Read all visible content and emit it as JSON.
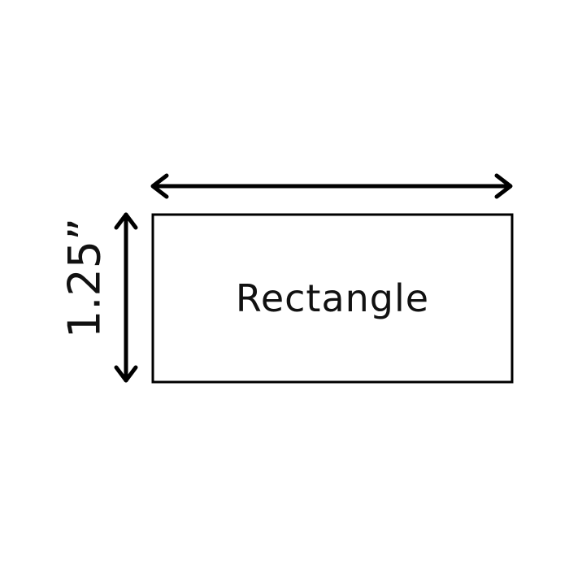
{
  "diagram": {
    "shape": {
      "name": "Rectangle",
      "label": "Rectangle",
      "stroke_color": "#000000",
      "fill_color": "#ffffff"
    },
    "dimensions": {
      "height_label": "1.25”",
      "width_label": ""
    },
    "arrows": [
      {
        "name": "width-arrow",
        "orientation": "horizontal",
        "style": "double-headed"
      },
      {
        "name": "height-arrow",
        "orientation": "vertical",
        "style": "double-headed"
      }
    ]
  }
}
